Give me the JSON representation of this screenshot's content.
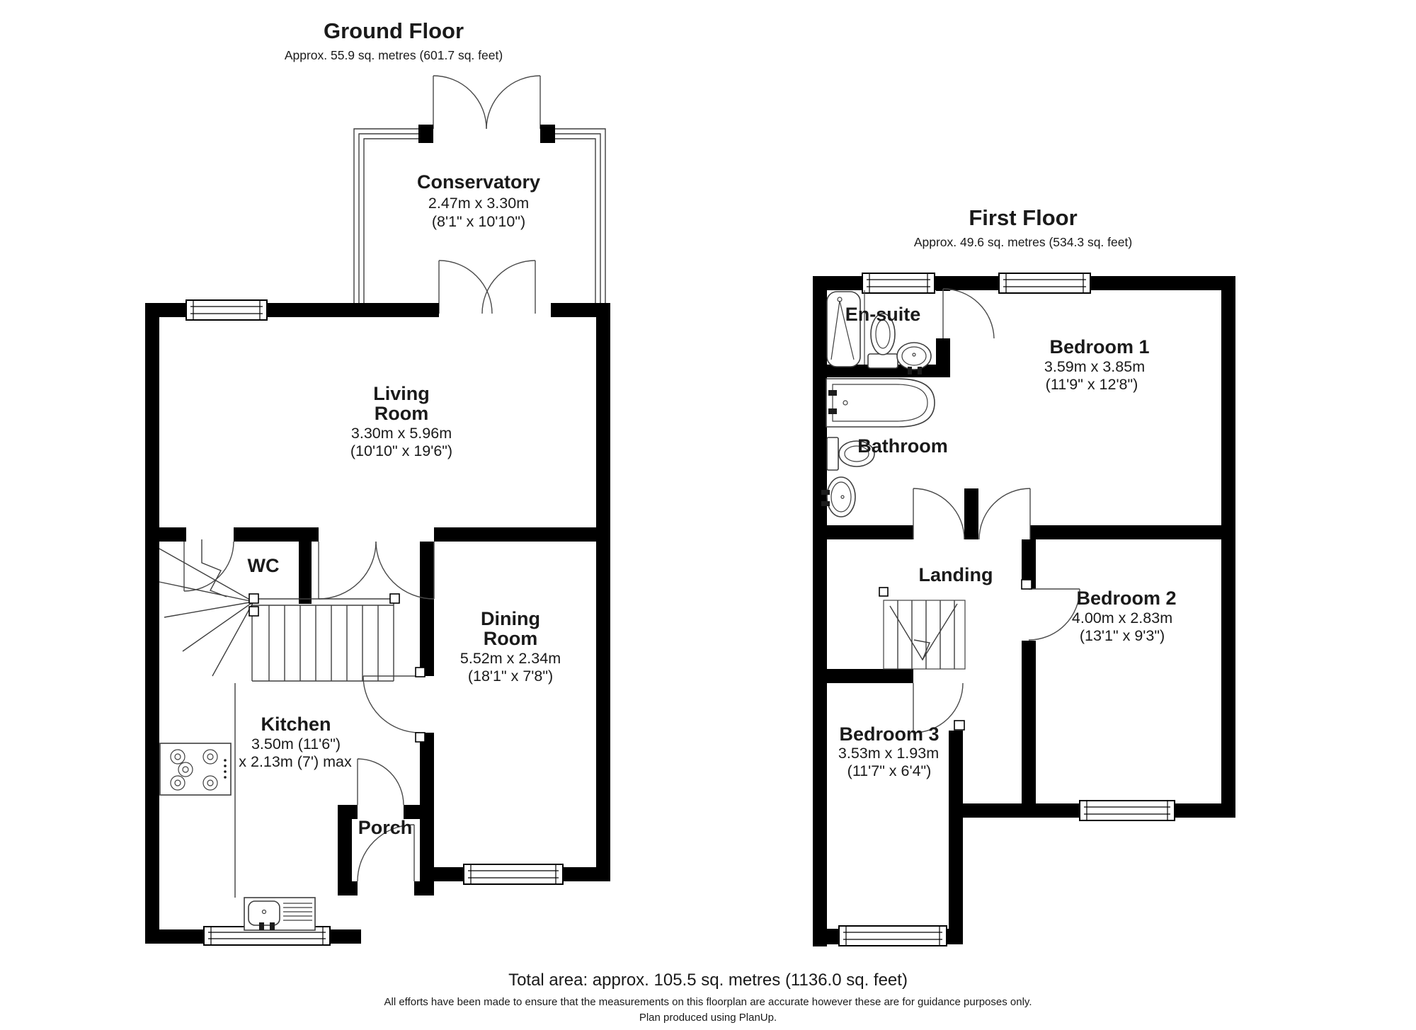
{
  "ground_floor": {
    "title": "Ground Floor",
    "subtitle": "Approx. 55.9 sq. metres (601.7 sq. feet)",
    "rooms": {
      "conservatory": {
        "name": "Conservatory",
        "dim_metric": "2.47m x 3.30m",
        "dim_imperial": "(8'1\" x 10'10\")"
      },
      "living": {
        "name_line1": "Living",
        "name_line2": "Room",
        "dim_metric": "3.30m x 5.96m",
        "dim_imperial": "(10'10\" x 19'6\")"
      },
      "wc": {
        "name": "WC"
      },
      "dining": {
        "name_line1": "Dining",
        "name_line2": "Room",
        "dim_metric": "5.52m x 2.34m",
        "dim_imperial": "(18'1\" x 7'8\")"
      },
      "kitchen": {
        "name": "Kitchen",
        "dim_line1": "3.50m (11'6\")",
        "dim_line2": "x 2.13m (7') max"
      },
      "porch": {
        "name": "Porch"
      }
    }
  },
  "first_floor": {
    "title": "First Floor",
    "subtitle": "Approx. 49.6 sq. metres (534.3 sq. feet)",
    "rooms": {
      "ensuite": {
        "name": "En-suite"
      },
      "bedroom1": {
        "name": "Bedroom 1",
        "dim_metric": "3.59m x 3.85m",
        "dim_imperial": "(11'9\" x 12'8\")"
      },
      "bathroom": {
        "name": "Bathroom"
      },
      "landing": {
        "name": "Landing"
      },
      "bedroom2": {
        "name": "Bedroom 2",
        "dim_metric": "4.00m x 2.83m",
        "dim_imperial": "(13'1\" x 9'3\")"
      },
      "bedroom3": {
        "name": "Bedroom 3",
        "dim_metric": "3.53m x 1.93m",
        "dim_imperial": "(11'7\" x 6'4\")"
      }
    }
  },
  "footer": {
    "total_area": "Total area: approx. 105.5 sq. metres (1136.0 sq. feet)",
    "disclaimer": "All efforts have been made to ensure that the measurements on this floorplan are accurate however these are for guidance purposes only.",
    "credit": "Plan produced using PlanUp."
  },
  "colors": {
    "wall": "#000000",
    "line": "#3f3f3f",
    "text": "#1a1a1a",
    "background": "#ffffff"
  }
}
